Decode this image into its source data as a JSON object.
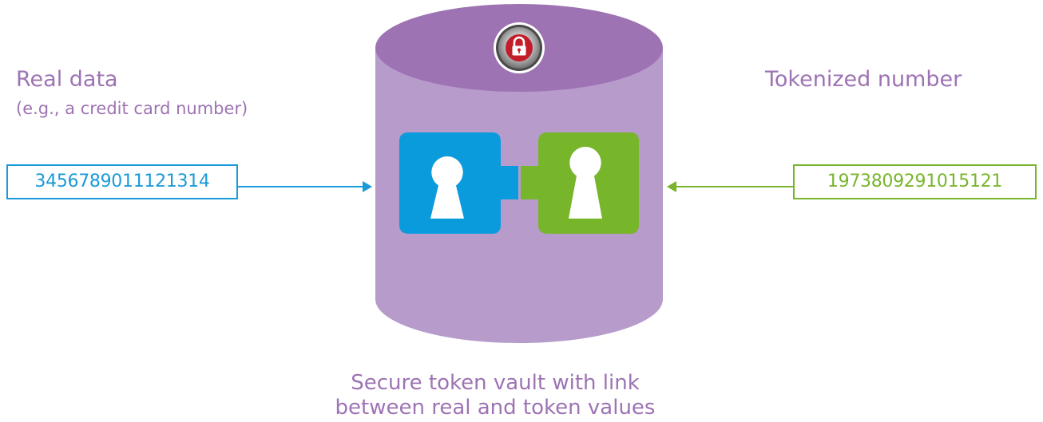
{
  "left_panel": {
    "title": "Real data",
    "subtitle": "(e.g., a credit card number)",
    "value": "3456789011121314"
  },
  "right_panel": {
    "title": "Tokenized number",
    "value": "1973809291015121"
  },
  "vault": {
    "caption_line1": "Secure token vault with link",
    "caption_line2": "between real and token values"
  },
  "colors": {
    "vault_body": "#b69bcb",
    "vault_top": "#9d73b3",
    "text_purple": "#9d73b3",
    "real_blue": "#1b9ad8",
    "token_green": "#79b52c",
    "lock_red": "#c41d2a"
  },
  "icons": [
    "lock-icon",
    "keyhole-icon",
    "puzzle-piece-icon",
    "arrow-right-icon",
    "arrow-left-icon"
  ]
}
